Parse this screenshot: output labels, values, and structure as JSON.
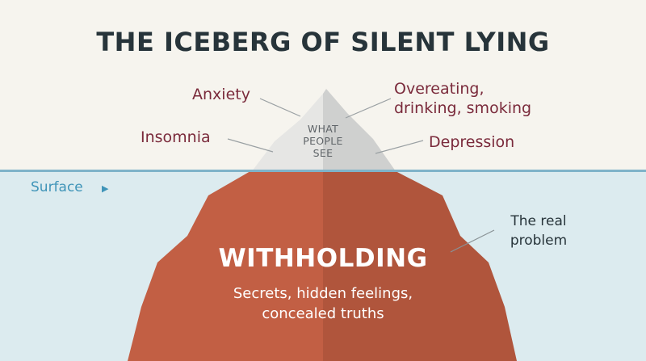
{
  "title": "THE ICEBERG OF SILENT LYING",
  "tip": {
    "label_lines": [
      "WHAT",
      "PEOPLE",
      "SEE"
    ],
    "symptoms": {
      "anxiety": "Anxiety",
      "overeating_line1": "Overeating,",
      "overeating_line2": "drinking, smoking",
      "insomnia": "Insomnia",
      "depression": "Depression"
    }
  },
  "surface_label": "Surface",
  "base": {
    "title": "WITHHOLDING",
    "subtitle_line1": "Secrets, hidden feelings,",
    "subtitle_line2": "concealed truths",
    "callout_line1": "The real",
    "callout_line2": "problem"
  },
  "colors": {
    "title": "#27343a",
    "symptom_text": "#7a2a3b",
    "surface_text": "#3f94b8",
    "water": "#dcebef",
    "sky": "#f6f4ee",
    "iceberg_left": "#c25f44",
    "iceberg_right": "#b0553c",
    "tip_left": "#e6e6e4",
    "tip_right": "#cfd0cf"
  }
}
